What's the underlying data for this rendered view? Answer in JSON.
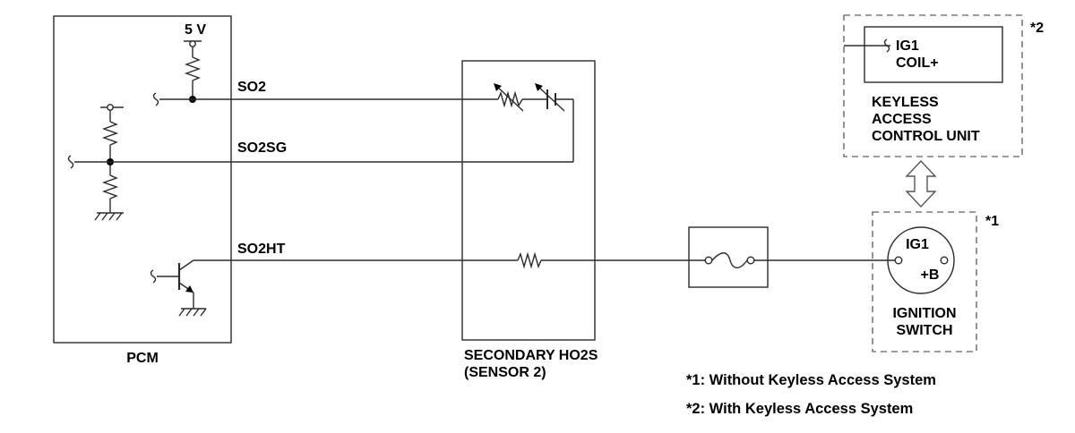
{
  "colors": {
    "line": "#2b2b2b",
    "dashed_border": "#7a7a7a",
    "text": "#000000",
    "background": "#ffffff"
  },
  "pcm": {
    "label": "PCM",
    "supply_label": "5 V"
  },
  "signals": {
    "so2": "SO2",
    "so2sg": "SO2SG",
    "so2ht": "SO2HT"
  },
  "sensor": {
    "label_line1": "SECONDARY HO2S",
    "label_line2": "(SENSOR 2)"
  },
  "keyless_unit": {
    "marker": "*2",
    "terminal_line1": "IG1",
    "terminal_line2": "COIL+",
    "label_line1": "KEYLESS",
    "label_line2": "ACCESS",
    "label_line3": "CONTROL UNIT"
  },
  "ignition_switch": {
    "marker": "*1",
    "terminal_ig1": "IG1",
    "terminal_b": "+B",
    "label_line1": "IGNITION",
    "label_line2": "SWITCH"
  },
  "footnotes": {
    "note1": "*1: Without Keyless Access System",
    "note2": "*2: With Keyless Access System"
  },
  "icons": [
    "resistor-icon",
    "ground-icon",
    "transistor-icon",
    "heater-resistor-icon",
    "fuse-icon",
    "double-arrow-icon",
    "connector-icon"
  ]
}
